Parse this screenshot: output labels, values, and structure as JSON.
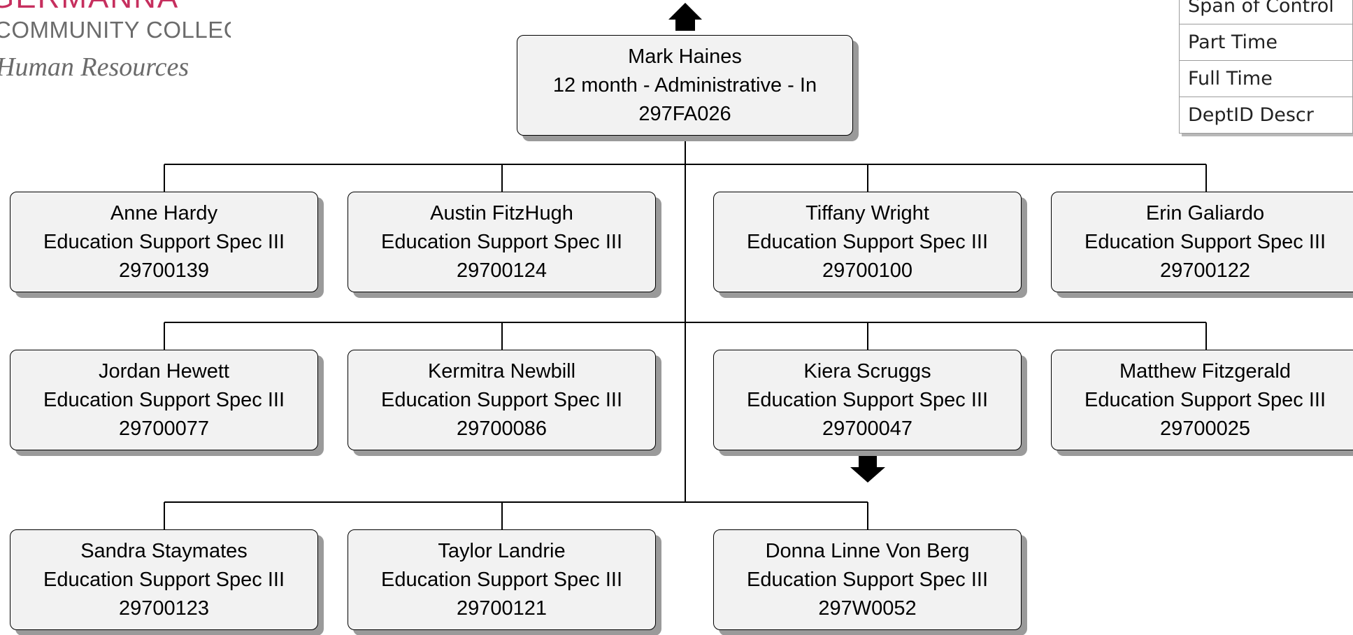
{
  "logo": {
    "line1": "GERMANNA",
    "line2": "COMMUNITY COLLEGE",
    "line3": "Human Resources",
    "color": "#c62f5e"
  },
  "legend": [
    "Span of Control",
    "Part Time",
    "Full Time",
    "DeptID Descr"
  ],
  "top_node": {
    "name": "Mark Haines",
    "title": "12 month - Administrative - In",
    "id": "297FA026",
    "has_parent_arrow": true
  },
  "reports": [
    {
      "name": "Anne Hardy",
      "title": "Education Support Spec III",
      "id": "29700139"
    },
    {
      "name": "Austin FitzHugh",
      "title": "Education Support Spec III",
      "id": "29700124"
    },
    {
      "name": "Tiffany Wright",
      "title": "Education Support Spec III",
      "id": "29700100"
    },
    {
      "name": "Erin Galiardo",
      "title": "Education Support Spec III",
      "id": "29700122"
    },
    {
      "name": "Jordan Hewett",
      "title": "Education Support Spec III",
      "id": "29700077"
    },
    {
      "name": "Kermitra Newbill",
      "title": "Education Support Spec III",
      "id": "29700086"
    },
    {
      "name": "Kiera Scruggs",
      "title": "Education Support Spec III",
      "id": "29700047",
      "has_children_arrow": true
    },
    {
      "name": "Matthew Fitzgerald",
      "title": "Education Support Spec III",
      "id": "29700025"
    },
    {
      "name": "Sandra Staymates",
      "title": "Education Support Spec III",
      "id": "29700123"
    },
    {
      "name": "Taylor Landrie",
      "title": "Education Support Spec III",
      "id": "29700121"
    },
    {
      "name": "Donna Linne Von Berg",
      "title": "Education Support Spec III",
      "id": "297W0052"
    }
  ],
  "colors": {
    "box_fill": "#f2f2f2",
    "box_shadow": "#9a9a9a",
    "connector": "#000000"
  }
}
